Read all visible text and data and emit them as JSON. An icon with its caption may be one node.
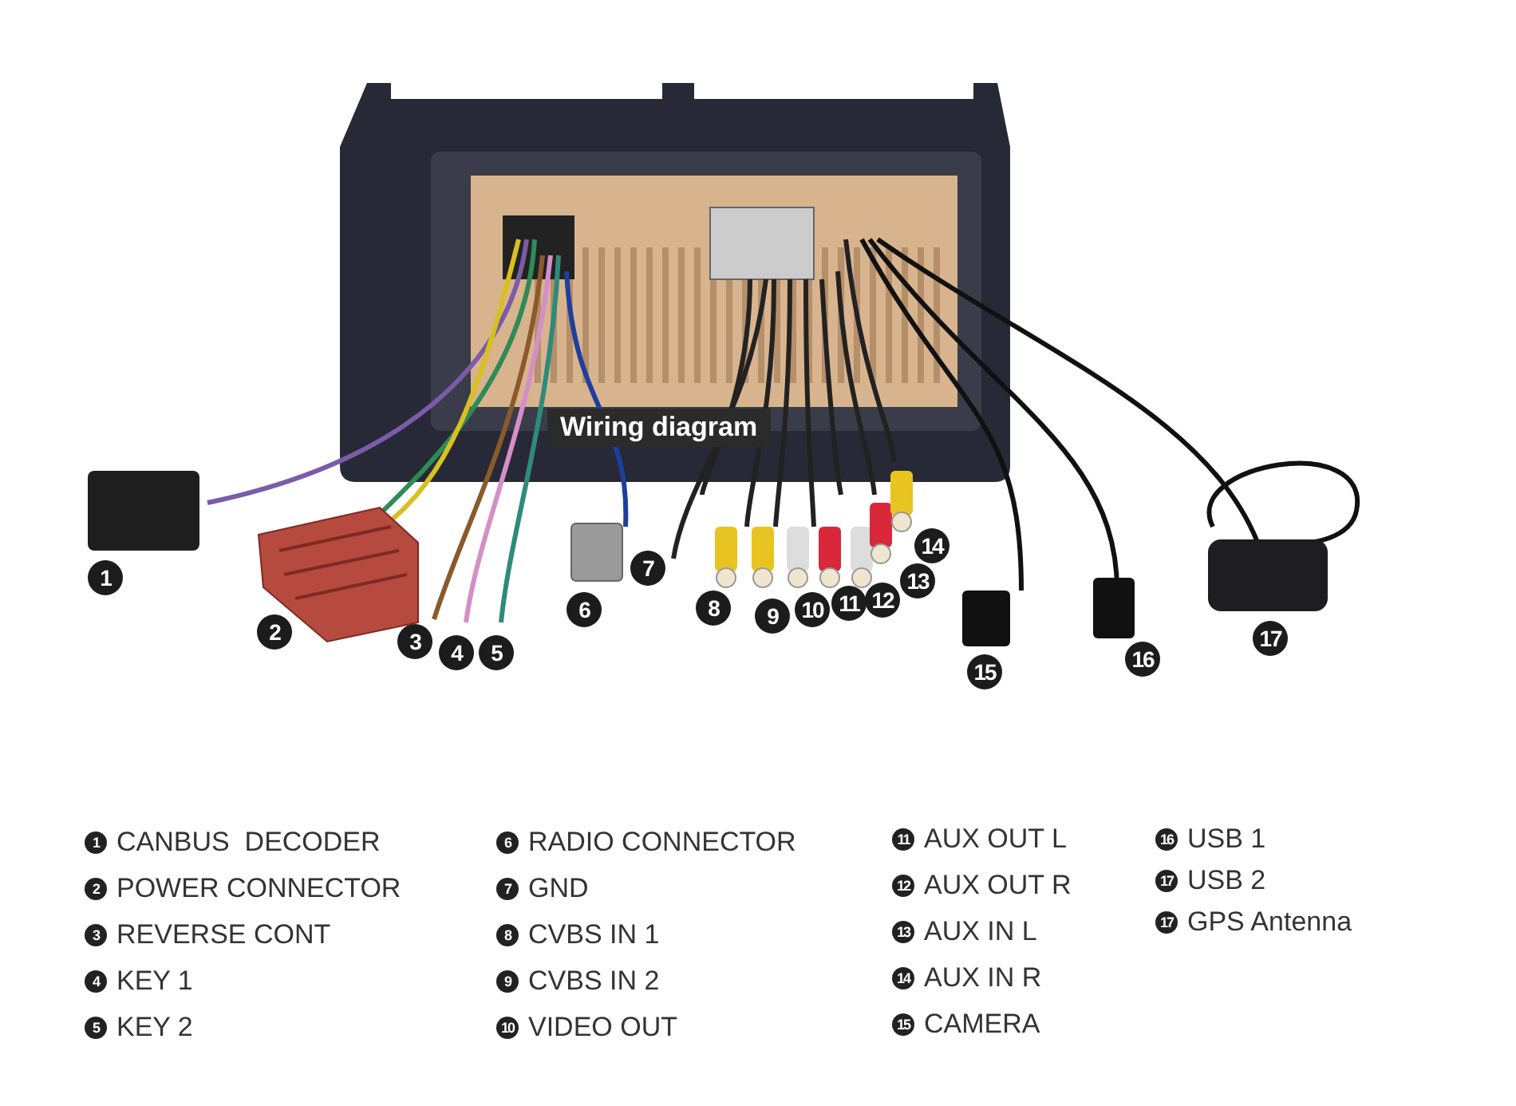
{
  "diagram": {
    "title": "Wiring diagram",
    "labels": [
      "1",
      "2",
      "3",
      "4",
      "5",
      "6",
      "7",
      "8",
      "9",
      "10",
      "11",
      "12",
      "13",
      "14",
      "15",
      "16",
      "17",
      "1",
      "CANBUS  DECODER",
      "2",
      "POWER CONNECTOR",
      "3",
      "REVERSE CONT",
      "4",
      "KEY 1",
      "5",
      "KEY 2",
      "6",
      "RADIO CONNECTOR",
      "7",
      "GND",
      "8",
      "CVBS IN 1",
      "9",
      "CVBS IN 2",
      "10",
      "VIDEO OUT",
      "11",
      "AUX OUT L",
      "12",
      "AUX OUT R",
      "13",
      "AUX IN L",
      "14",
      "AUX IN R",
      "15",
      "CAMERA",
      "16",
      "USB 1",
      "17",
      "USB 2",
      "17",
      "GPS Antenna"
    ]
  }
}
